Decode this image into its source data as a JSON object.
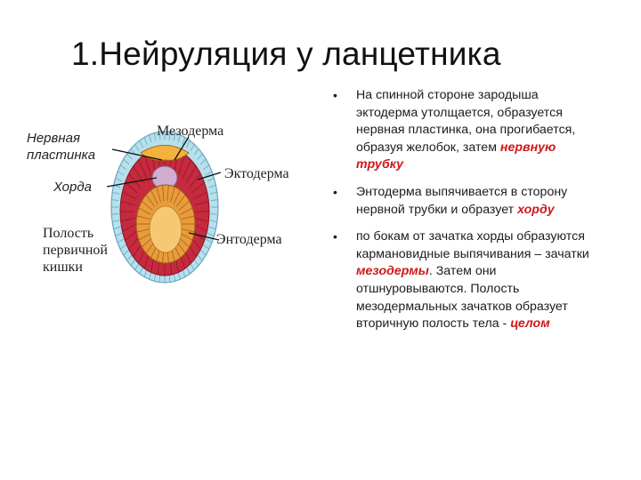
{
  "slide": {
    "title": "1.Нейруляция у ланцетника"
  },
  "diagram": {
    "labels": {
      "neural_plate_line1": "Нервная",
      "neural_plate_line2": "пластинка",
      "chord": "Хорда",
      "cavity_line1": "Полость",
      "cavity_line2": "первичной",
      "cavity_line3": "кишки",
      "mesoderm": "Мезодерма",
      "ectoderm": "Эктодерма",
      "endoderm": "Энтодерма"
    }
  },
  "bullets": [
    {
      "bullet": "•",
      "before": "На спинной стороне зародыша эктодерма утолщается, образуется нервная пластинка, она прогибается, образуя желобок, затем ",
      "highlight": "нервную трубку",
      "after": ""
    },
    {
      "bullet": "•",
      "before": "Энтодерма выпячивается в сторону нервной трубки и образует ",
      "highlight": "хорду",
      "after": ""
    },
    {
      "bullet": "•",
      "before": " по бокам  от зачатка хорды образуются карманoвидные выпячивания – зачатки ",
      "highlight": "мезодермы",
      "after": ". Затем они отшнуровываются. Полость мезодермальных зачатков образует вторичную полость тела - ",
      "highlight2": "целом"
    }
  ],
  "colors": {
    "highlight": "#d01818",
    "ectoderm_cells": "#a8d8e6",
    "mesoderm": "#c0263a",
    "endoderm": "#e89a3a",
    "chord": "#c9a2c8"
  }
}
